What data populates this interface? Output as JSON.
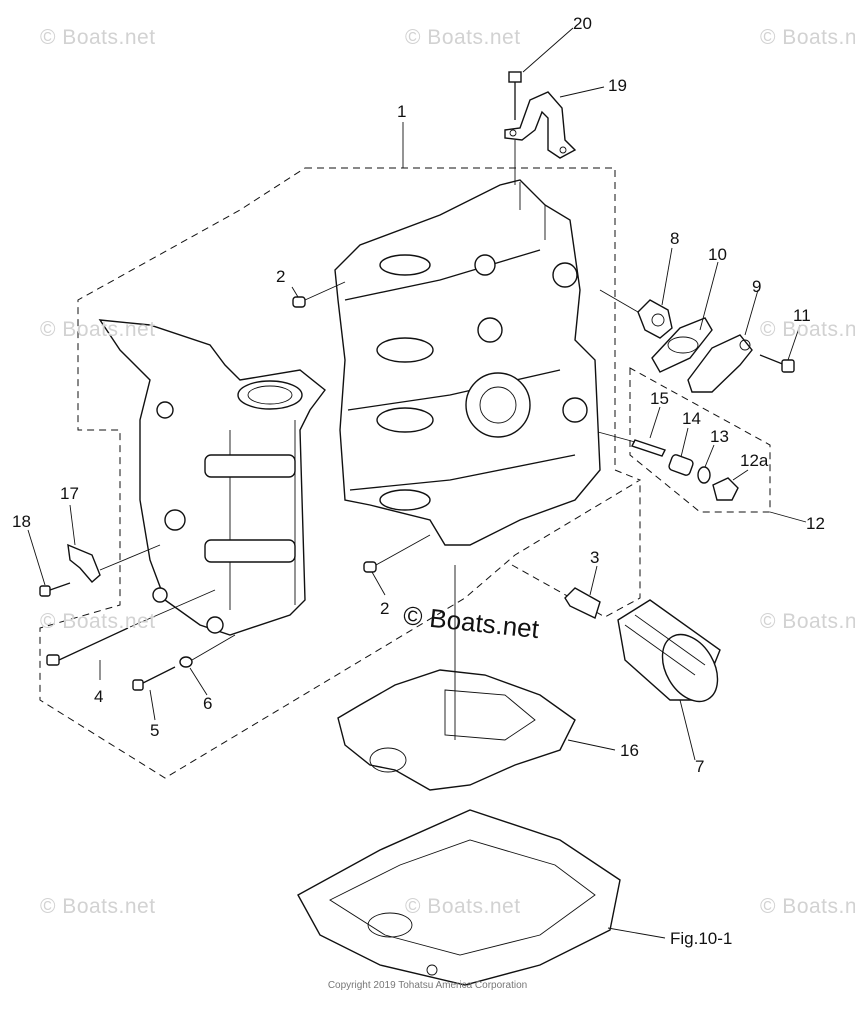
{
  "watermark": {
    "text": "© Boats.net",
    "center_text": "© Boats.net"
  },
  "copyright": "Copyright 2019 Tohatsu America Corporation",
  "callouts": {
    "c1": "1",
    "c2a": "2",
    "c2b": "2",
    "c3": "3",
    "c4": "4",
    "c5": "5",
    "c6": "6",
    "c7": "7",
    "c8": "8",
    "c9": "9",
    "c10": "10",
    "c11": "11",
    "c12": "12",
    "c12a": "12a",
    "c13": "13",
    "c14": "14",
    "c15": "15",
    "c16": "16",
    "c17": "17",
    "c18": "18",
    "c19": "19",
    "c20": "20",
    "fig": "Fig.10-1"
  }
}
